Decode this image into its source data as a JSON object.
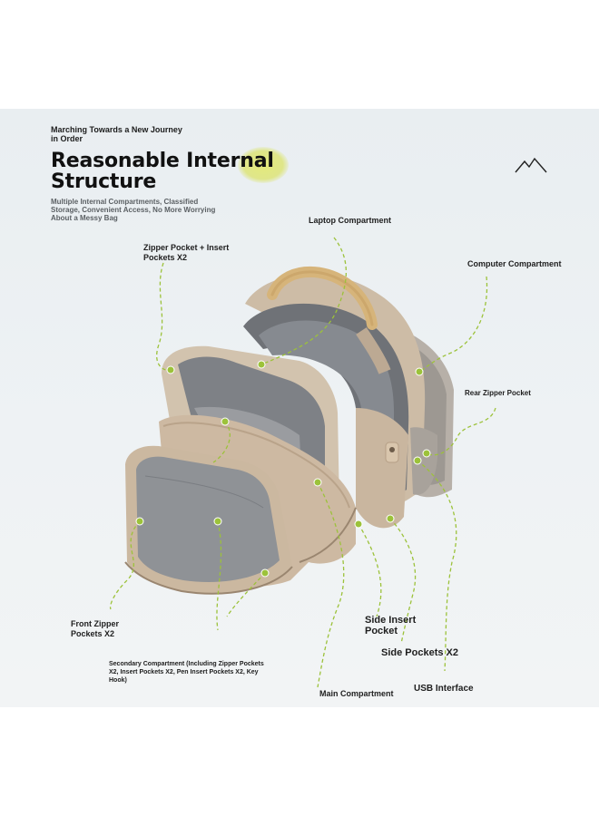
{
  "header": {
    "tagline": "Marching Towards a New Journey in Order",
    "title": "Reasonable Internal Structure",
    "subtitle": "Multiple Internal Compartments, Classified Storage, Convenient Access, No More Worrying About a Messy Bag"
  },
  "brand": {
    "logo_icon": "mountain-logo-icon"
  },
  "labels": {
    "laptop": "Laptop Compartment",
    "zipper_insert": "Zipper Pocket + Insert Pockets X2",
    "computer": "Computer Compartment",
    "rear_zipper": "Rear Zipper Pocket",
    "front_zipper": "Front Zipper Pockets X2",
    "side_insert": "Side Insert Pocket",
    "side_pockets": "Side Pockets X2",
    "secondary": "Secondary Compartment (Including Zipper Pockets X2, Insert Pockets X2, Pen Insert Pockets X2, Key Hook)",
    "main": "Main Compartment",
    "usb": "USB Interface"
  },
  "colors": {
    "accent_line": "#9cc23a",
    "bag_body": "#cbb8a2",
    "bag_lining": "#7d8085",
    "handle": "#d9b77e"
  }
}
